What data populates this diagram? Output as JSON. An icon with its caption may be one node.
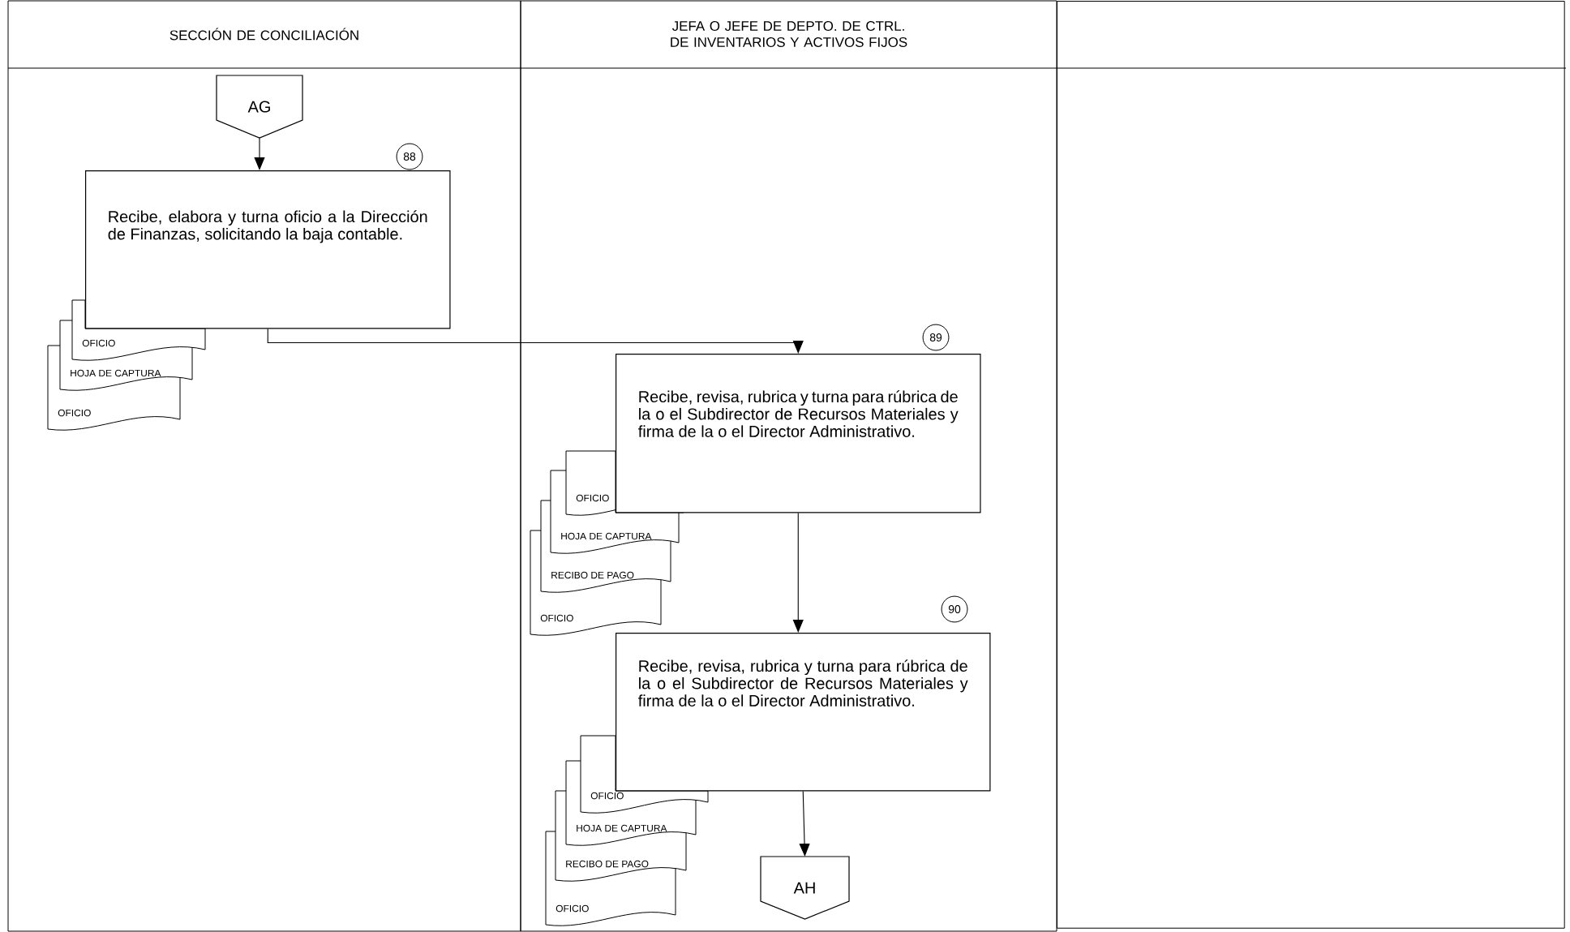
{
  "diagram": {
    "nodes": [
      {
        "text": [
          "SECCIÓN DE CONCILIACIÓN"
        ]
      },
      {
        "text": [
          "JEFA O JEFE DE DEPTO. DE CTRL. DE INVENTARIOS Y ACTIVOS FIJOS"
        ]
      },
      {
        "text": [],
        "shape": "box"
      },
      {
        "text": [
          "AG"
        ],
        "in": 0
      },
      {
        "text": [
          "Recibe, elabora y turna oficio a la Dirección de Finanzas, solicitando la baja contable."
        ],
        "in": 0,
        "beside": [
          "88"
        ]
      },
      {
        "text": [
          "OFICIO"
        ],
        "in": 0
      },
      {
        "text": [
          "HOJA DE CAPTURA"
        ],
        "in": 0
      },
      {
        "text": [
          "OFICIO"
        ],
        "in": 0
      },
      {
        "text": [
          "Recibe, revisa, rubrica y turna para rúbrica de la o el Subdirector de Recursos Materiales y firma de la o el Director Administrativo."
        ],
        "in": 1,
        "beside": [
          "89"
        ]
      },
      {
        "text": [
          "OFICIO"
        ],
        "in": 1
      },
      {
        "text": [
          "HOJA DE CAPTURA"
        ],
        "in": 1
      },
      {
        "text": [
          "RECIBO DE PAGO"
        ],
        "in": 1
      },
      {
        "text": [
          "OFICIO"
        ],
        "in": 1
      },
      {
        "text": [
          "Recibe, revisa, rubrica y turna para rúbrica de la o el Subdirector de Recursos Materiales y firma de la o el Director Administrativo."
        ],
        "in": 1,
        "beside": [
          "90"
        ]
      },
      {
        "text": [
          "OFICIO"
        ],
        "in": 1
      },
      {
        "text": [
          "HOJA DE CAPTURA"
        ],
        "in": 1
      },
      {
        "text": [
          "RECIBO DE PAGO"
        ],
        "in": 1
      },
      {
        "text": [
          "OFICIO"
        ],
        "in": 1
      },
      {
        "text": [
          "AH"
        ],
        "in": 1
      }
    ],
    "edges": [
      {
        "from": 3,
        "to": 4,
        "arrow": "to"
      },
      {
        "from": 4,
        "to": 8,
        "arrow": "to"
      },
      {
        "from": 8,
        "to": 13,
        "arrow": "to"
      },
      {
        "from": 13,
        "to": 18,
        "arrow": "to"
      }
    ]
  }
}
